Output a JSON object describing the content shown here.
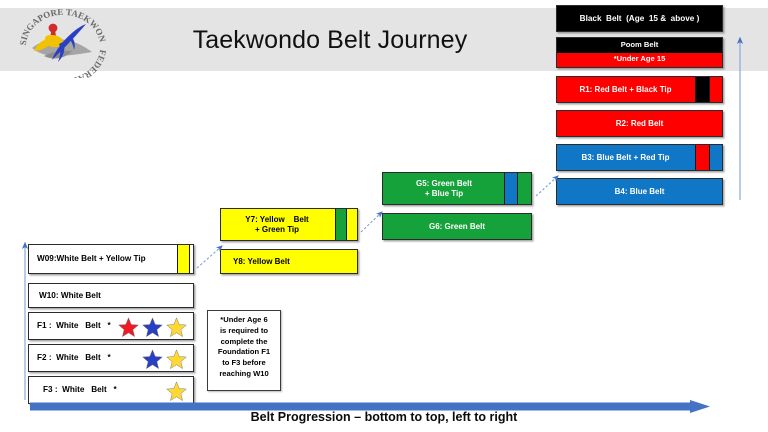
{
  "header": {
    "title": "Taekwondo Belt Journey",
    "logo_name": "singapore-taekwondo-federation-logo",
    "logo_text_top": "SINGAPORE",
    "logo_text_right": "TAEKWONDO",
    "logo_text_bottom": "FEDERATION",
    "band_color": "#E4E4E4"
  },
  "colors": {
    "black": "#000000",
    "red": "#FF0000",
    "blue": "#1076C6",
    "green": "#15A23A",
    "yellow": "#FFFF00",
    "white": "#FFFFFF",
    "star_red": "#ED1C24",
    "star_blue": "#2B3FC4",
    "star_yellow": "#FFD833",
    "arrow_blue": "#4472C4",
    "outline": "#2B2B2B"
  },
  "belts": {
    "black": {
      "label": "Black  Belt  (Age  15 &  above )",
      "body_color": "#000000",
      "text_color": "#FFFFFF"
    },
    "poom": {
      "label_top": "Poom Belt",
      "label_bottom": "*Under Age 15",
      "top_color": "#000000",
      "bottom_color": "#FF0000",
      "text_color": "#FFFFFF"
    },
    "r1": {
      "label": "R1: Red Belt + Black Tip",
      "body_color": "#FF0000",
      "tip_color": "#000000",
      "text_color": "#FFFFFF"
    },
    "r2": {
      "label": "R2: Red Belt",
      "body_color": "#FF0000",
      "text_color": "#FFFFFF"
    },
    "b3": {
      "label": "B3: Blue Belt + Red Tip",
      "body_color": "#1076C6",
      "tip_color": "#FF0000",
      "text_color": "#FFFFFF"
    },
    "b4": {
      "label": "B4: Blue Belt",
      "body_color": "#1076C6",
      "text_color": "#FFFFFF"
    },
    "g5": {
      "label_line1": "G5: Green Belt",
      "label_line2": "+ Blue Tip",
      "body_color": "#15A23A",
      "tip_color": "#1076C6",
      "text_color": "#FFFFFF"
    },
    "g6": {
      "label": "G6: Green Belt",
      "body_color": "#15A23A",
      "text_color": "#FFFFFF"
    },
    "y7": {
      "label_line1": "Y7: Yellow    Belt",
      "label_line2": "+ Green Tip",
      "body_color": "#FFFF00",
      "tip_color": "#15A23A",
      "text_color": "#000000"
    },
    "y8": {
      "label": "Y8: Yellow Belt",
      "body_color": "#FFFF00",
      "text_color": "#000000"
    },
    "w09": {
      "label": "W09:White Belt + Yellow Tip",
      "body_color": "#FFFFFF",
      "tip_color": "#FFFF00",
      "text_color": "#000000"
    },
    "w10": {
      "label": "W10: White Belt",
      "body_color": "#FFFFFF",
      "text_color": "#000000"
    },
    "f1": {
      "label": "F1 :  White   Belt   *",
      "body_color": "#FFFFFF",
      "text_color": "#000000",
      "stars": [
        "#ED1C24",
        "#2B3FC4",
        "#FFD833"
      ]
    },
    "f2": {
      "label": "F2 :  White   Belt   *",
      "body_color": "#FFFFFF",
      "text_color": "#000000",
      "stars": [
        "#2B3FC4",
        "#FFD833"
      ]
    },
    "f3": {
      "label": "F3 :  White   Belt   *",
      "body_color": "#FFFFFF",
      "text_color": "#000000",
      "stars": [
        "#FFD833"
      ]
    }
  },
  "note": {
    "text": "*Under Age 6\nis required to\ncomplete the\nFoundation F1\nto F3 before\nreaching   W10"
  },
  "footer": {
    "caption": "Belt Progression – bottom to top, left to right",
    "arrow_color": "#4472C4"
  }
}
